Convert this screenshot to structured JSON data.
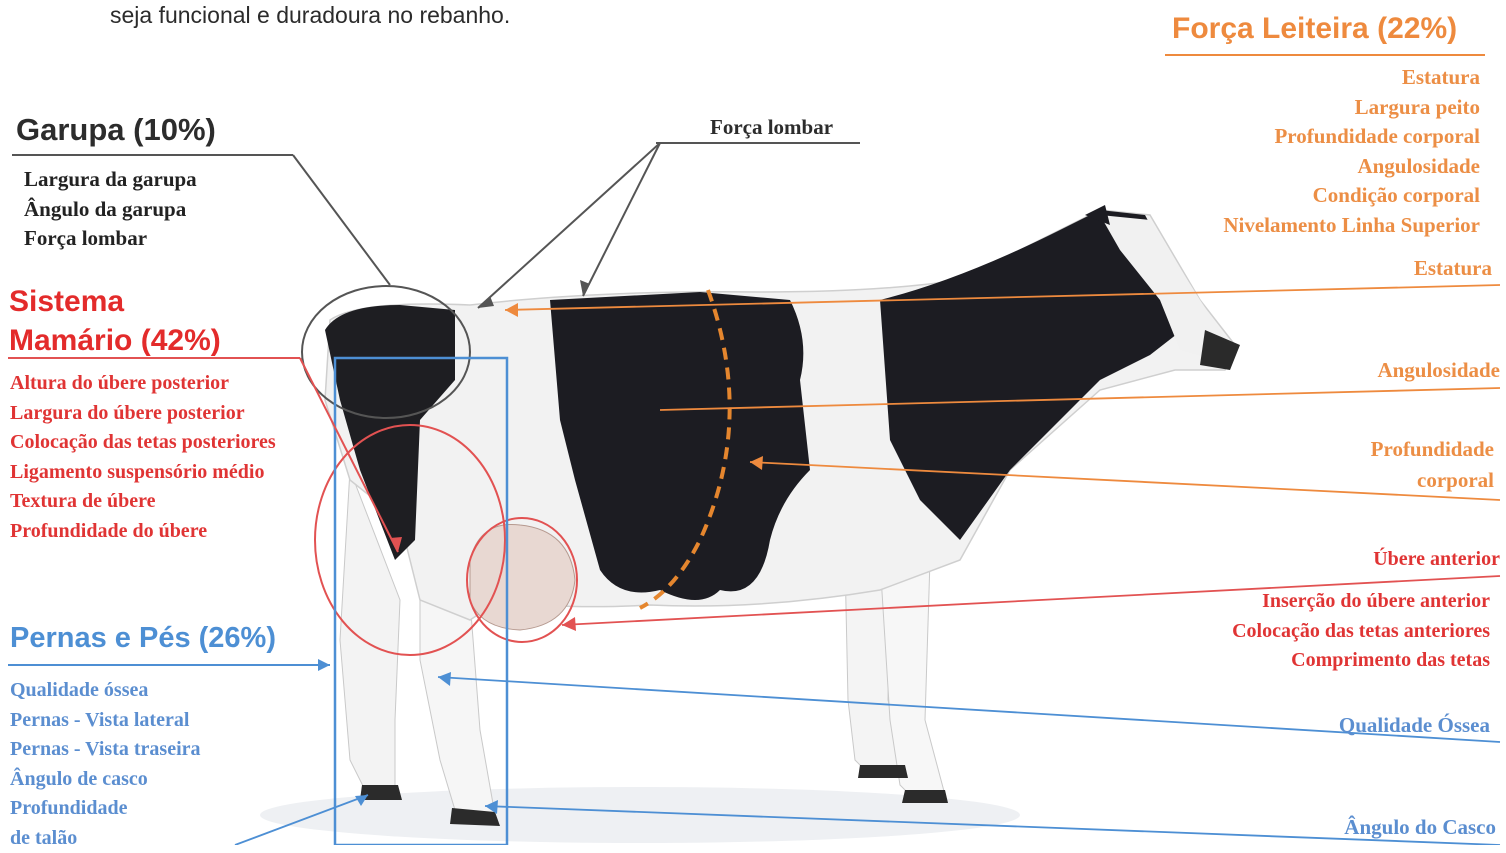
{
  "intro_text": "seja funcional e duradoura no rebanho.",
  "garupa": {
    "title": "Garupa (10%)",
    "items": [
      "Largura da garupa",
      "Ângulo da garupa",
      "Força lombar"
    ]
  },
  "sistema_mamario": {
    "title_line1": "Sistema",
    "title_line2": "Mamário (42%)",
    "items": [
      "Altura do úbere posterior",
      "Largura do úbere posterior",
      "Colocação das tetas posteriores",
      "Ligamento suspensório médio",
      "Textura de úbere",
      "Profundidade do úbere"
    ]
  },
  "pernas_pes": {
    "title": "Pernas e Pés (26%)",
    "items": [
      "Qualidade óssea",
      "Pernas - Vista lateral",
      "Pernas - Vista traseira",
      "Ângulo de casco",
      "Profundidade",
      "de talão"
    ]
  },
  "forca_leiteira": {
    "title": "Força Leiteira (22%)",
    "items": [
      "Estatura",
      "Largura peito",
      "Profundidade corporal",
      "Angulosidade",
      "Condição corporal",
      "Nivelamento Linha Superior"
    ]
  },
  "callouts": {
    "forca_lombar": "Força lombar",
    "estatura": "Estatura",
    "angulosidade": "Angulosidade",
    "profundidade_l1": "Profundidade",
    "profundidade_l2": "corporal",
    "ubere_anterior": "Úbere anterior",
    "ubere_items": [
      "Inserção do úbere anterior",
      "Colocação das tetas anteriores",
      "Comprimento das tetas"
    ],
    "qualidade_ossea": "Qualidade Óssea",
    "angulo_casco": "Ângulo do Casco"
  },
  "colors": {
    "garupa": "#2c2c2c",
    "mamario": "#e32b2b",
    "pernas": "#4d8fd4",
    "forca": "#ee8a3e"
  }
}
